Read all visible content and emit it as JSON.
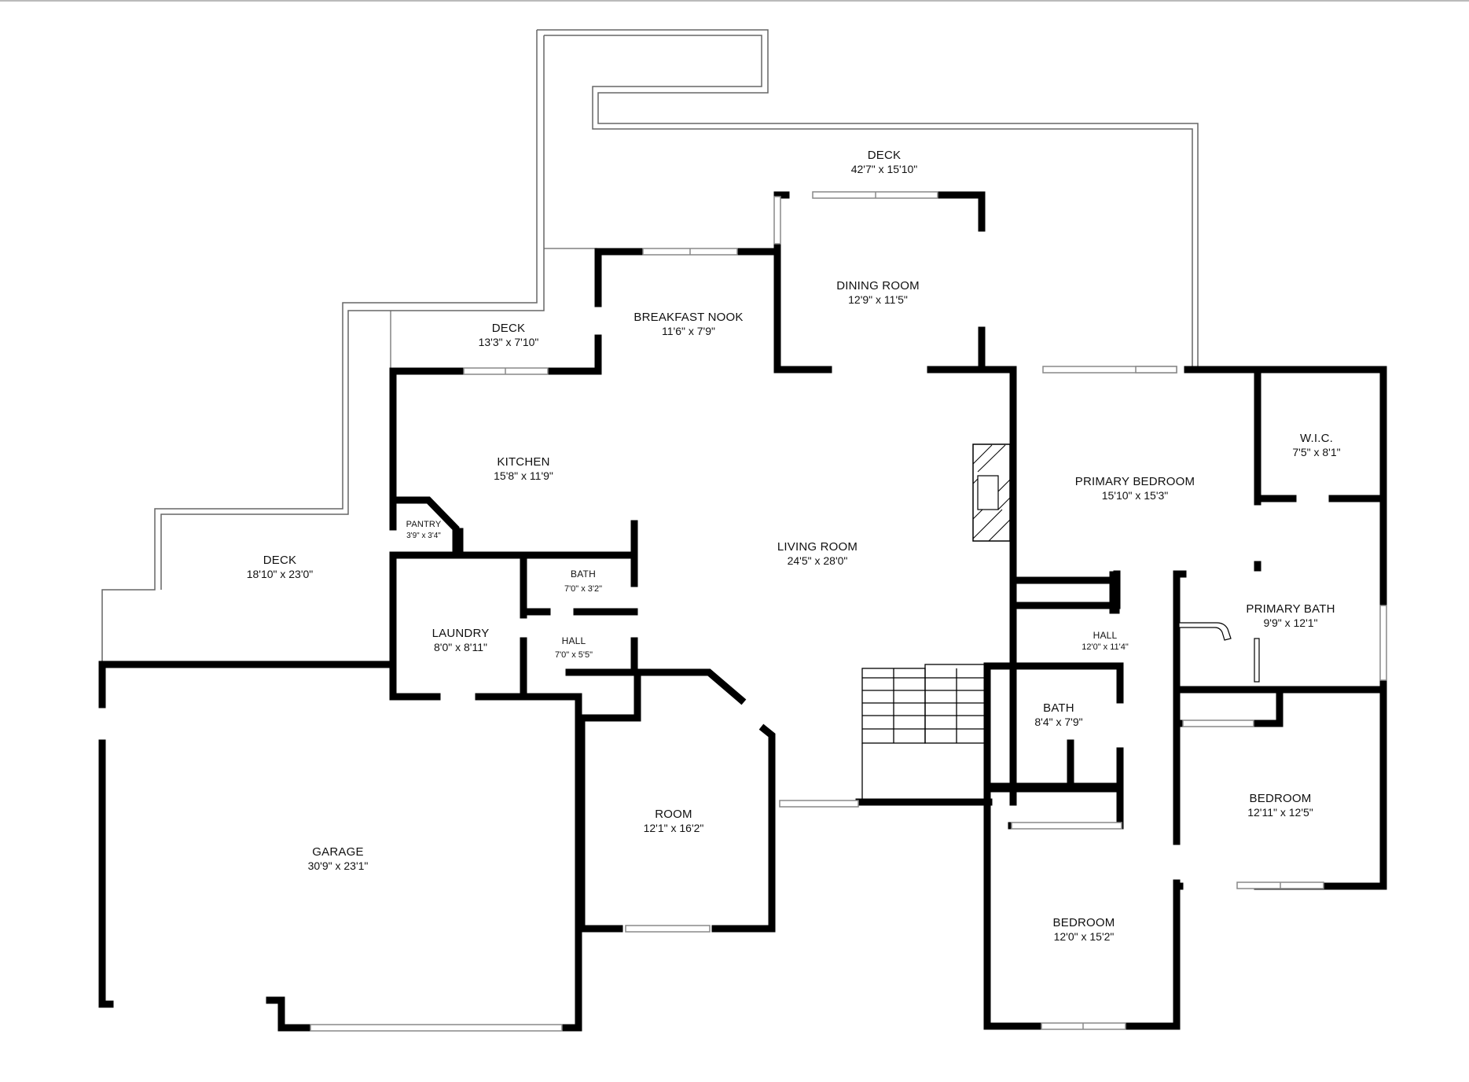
{
  "colors": {
    "wall": "#000000",
    "window": "#aaaaaa",
    "deck_outline": "#666666",
    "background": "#ffffff"
  },
  "rooms": [
    {
      "id": "deck-upper",
      "name": "DECK",
      "dims": "42'7\" x 15'10\""
    },
    {
      "id": "dining-room",
      "name": "DINING ROOM",
      "dims": "12'9\" x 11'5\""
    },
    {
      "id": "breakfast-nook",
      "name": "BREAKFAST NOOK",
      "dims": "11'6\" x 7'9\""
    },
    {
      "id": "deck-middle",
      "name": "DECK",
      "dims": "13'3\" x 7'10\""
    },
    {
      "id": "kitchen",
      "name": "KITCHEN",
      "dims": "15'8\" x 11'9\""
    },
    {
      "id": "pantry",
      "name": "PANTRY",
      "dims": "3'9\" x 3'4\""
    },
    {
      "id": "deck-left",
      "name": "DECK",
      "dims": "18'10\" x 23'0\""
    },
    {
      "id": "bath-small",
      "name": "BATH",
      "dims": "7'0\" x 3'2\""
    },
    {
      "id": "laundry",
      "name": "LAUNDRY",
      "dims": "8'0\" x 8'11\""
    },
    {
      "id": "hall-left",
      "name": "HALL",
      "dims": "7'0\" x 5'5\""
    },
    {
      "id": "living-room",
      "name": "LIVING ROOM",
      "dims": "24'5\" x 28'0\""
    },
    {
      "id": "primary-bedroom",
      "name": "PRIMARY BEDROOM",
      "dims": "15'10\" x 15'3\""
    },
    {
      "id": "wic",
      "name": "W.I.C.",
      "dims": "7'5\" x 8'1\""
    },
    {
      "id": "primary-bath",
      "name": "PRIMARY BATH",
      "dims": "9'9\" x 12'1\""
    },
    {
      "id": "hall-right",
      "name": "HALL",
      "dims": "12'0\" x 11'4\""
    },
    {
      "id": "bath-hall",
      "name": "BATH",
      "dims": "8'4\" x 7'9\""
    },
    {
      "id": "bedroom-right",
      "name": "BEDROOM",
      "dims": "12'11\" x 12'5\""
    },
    {
      "id": "bedroom-bottom",
      "name": "BEDROOM",
      "dims": "12'0\" x 15'2\""
    },
    {
      "id": "room",
      "name": "ROOM",
      "dims": "12'1\" x 16'2\""
    },
    {
      "id": "garage",
      "name": "GARAGE",
      "dims": "30'9\" x 23'1\""
    }
  ]
}
